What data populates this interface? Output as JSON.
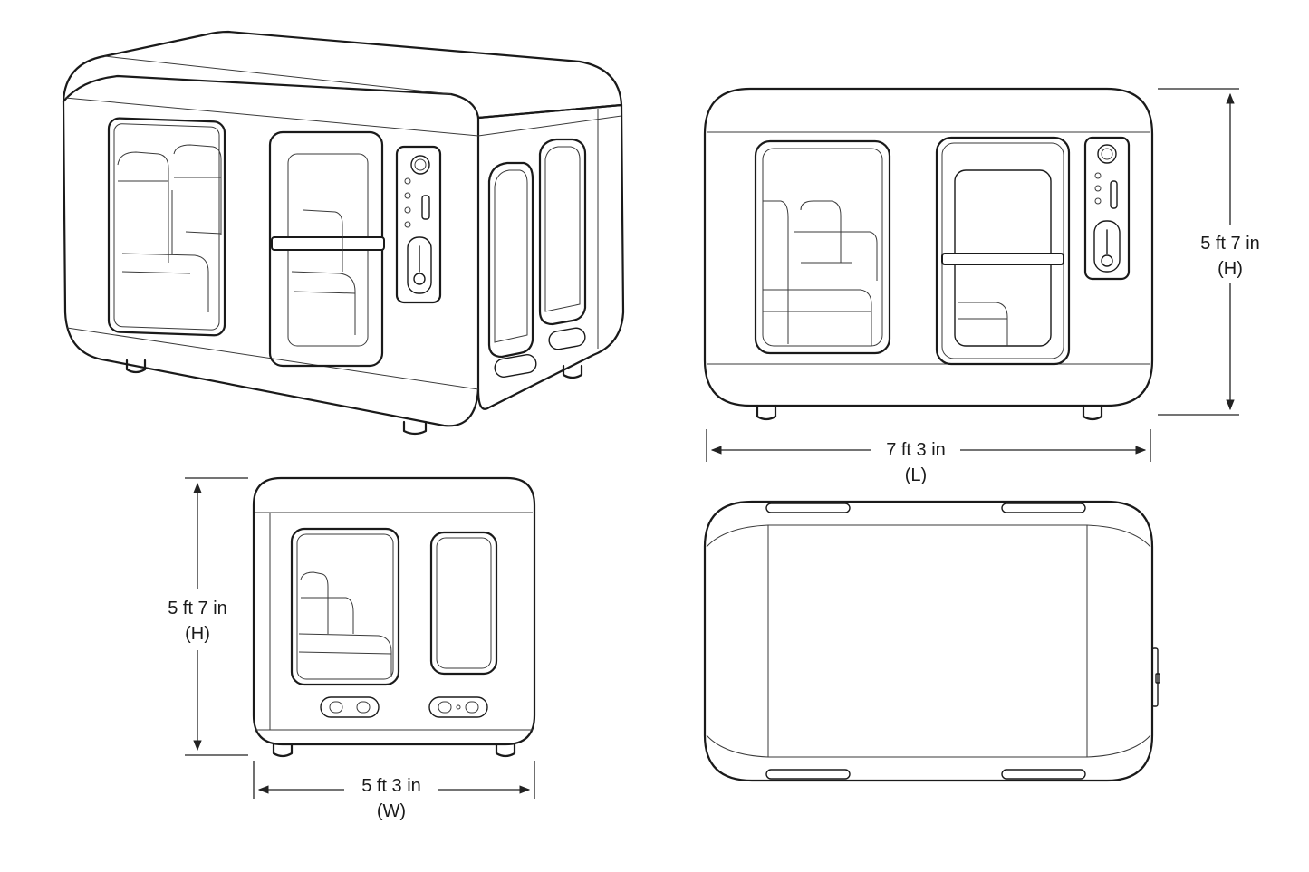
{
  "dimensions": {
    "front_height": {
      "value": "5 ft 7 in",
      "axis": "(H)"
    },
    "front_length": {
      "value": "7 ft 3 in",
      "axis": "(L)"
    },
    "side_height": {
      "value": "5 ft 7 in",
      "axis": "(H)"
    },
    "side_width": {
      "value": "5 ft 3 in",
      "axis": "(W)"
    }
  },
  "colors": {
    "line": "#1a1a1a",
    "background": "#ffffff"
  }
}
